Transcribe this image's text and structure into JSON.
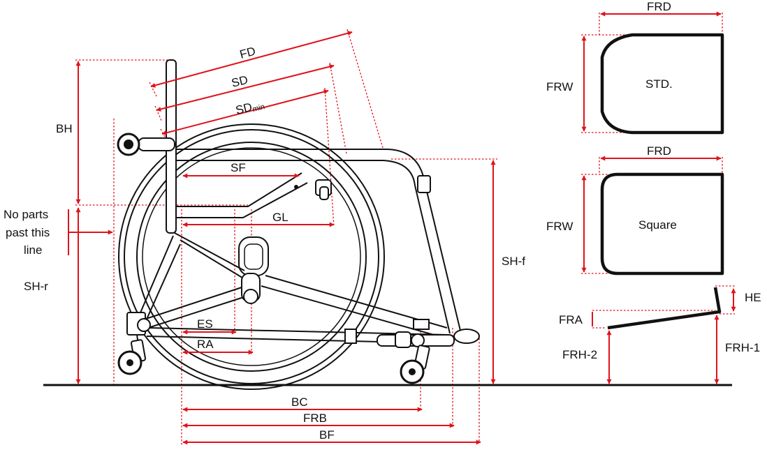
{
  "labels": {
    "fd": "FD",
    "sd": "SD",
    "sdmin_base": "SD",
    "sdmin_sub": "min",
    "bh": "BH",
    "sf": "SF",
    "gl": "GL",
    "es": "ES",
    "ra": "RA",
    "bc": "BC",
    "frb": "FRB",
    "bf": "BF",
    "sh_r": "SH-r",
    "sh_f": "SH-f",
    "no_parts_1": "No parts",
    "no_parts_2": "past this",
    "no_parts_3": "line",
    "frd_std": "FRD",
    "frw_std": "FRW",
    "std": "STD.",
    "frd_square": "FRD",
    "frw_square": "FRW",
    "square": "Square",
    "he": "HE",
    "fra": "FRA",
    "frh1": "FRH-1",
    "frh2": "FRH-2"
  },
  "colors": {
    "dimension": "#e0121b",
    "outline": "#111111",
    "background": "#ffffff"
  }
}
